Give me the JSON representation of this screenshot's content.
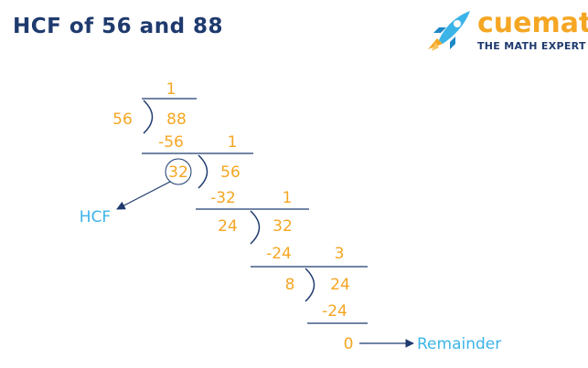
{
  "title": "HCF of 56 and 88",
  "brand": {
    "name": "cuemath",
    "tagline": "THE MATH EXPERT"
  },
  "steps": [
    {
      "quotient": "1",
      "divisor": "56",
      "dividend": "88",
      "subtract": "-56"
    },
    {
      "quotient": "1",
      "divisor": "32",
      "dividend": "56",
      "subtract": "-32"
    },
    {
      "quotient": "1",
      "divisor": "24",
      "dividend": "32",
      "subtract": "-24"
    },
    {
      "quotient": "3",
      "divisor": "8",
      "dividend": "24",
      "subtract": "-24"
    }
  ],
  "remainder": "0",
  "labels": {
    "hcf": "HCF",
    "remainder": "Remainder"
  },
  "colors": {
    "title": "#1e3a6e",
    "numbers": "#f5a623",
    "labels": "#3bb4e8"
  },
  "icons": {
    "logo": "rocket-icon"
  }
}
